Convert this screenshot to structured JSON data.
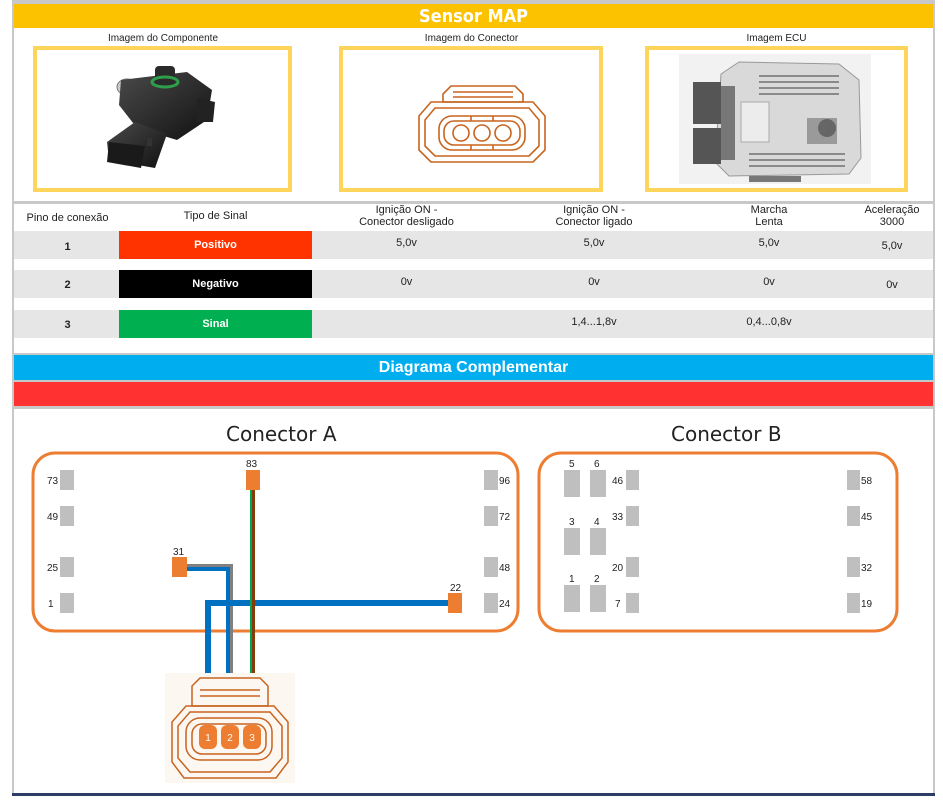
{
  "title": "Sensor MAP",
  "images": {
    "component_label": "Imagem do Componente",
    "connector_label": "Imagem do Conector",
    "ecu_label": "Imagem ECU"
  },
  "table": {
    "headers": [
      "Pino de conexão",
      "Tipo de Sinal",
      "Ignição ON -\nConector desligado",
      "Ignição ON -\nConector ligado",
      "Marcha\nLenta",
      "Aceleração\n3000"
    ],
    "header_lines": [
      [
        "Pino de conexão"
      ],
      [
        "Tipo de Sinal"
      ],
      [
        "Ignição ON -",
        "Conector desligado"
      ],
      [
        "Ignição ON -",
        "Conector ligado"
      ],
      [
        "Marcha",
        "Lenta"
      ],
      [
        "Aceleração",
        "3000"
      ]
    ],
    "rows": [
      {
        "pin": "1",
        "signal": "Positivo",
        "signal_color": "#ff3300",
        "ign_off": "5,0v",
        "ign_on": "5,0v",
        "idle": "5,0v",
        "accel": "5,0v"
      },
      {
        "pin": "2",
        "signal": "Negativo",
        "signal_color": "#000000",
        "ign_off": "0v",
        "ign_on": "0v",
        "idle": "0v",
        "accel": "0v"
      },
      {
        "pin": "3",
        "signal": "Sinal",
        "signal_color": "#00b050",
        "ign_off": "",
        "ign_on": "1,4...1,8v",
        "idle": "0,4...0,8v",
        "accel": ""
      }
    ]
  },
  "diagram": {
    "title": "Diagrama Complementar",
    "connector_a": {
      "title": "Conector A",
      "left_pins": [
        "73",
        "49",
        "25",
        "1"
      ],
      "right_pins": [
        "96",
        "72",
        "48",
        "24"
      ],
      "active_pins": [
        "83",
        "31",
        "22"
      ]
    },
    "connector_b": {
      "title": "Conector B",
      "large_pins": [
        "5",
        "6",
        "3",
        "4",
        "1",
        "2"
      ],
      "left_pins": [
        "46",
        "33",
        "20",
        "7"
      ],
      "right_pins": [
        "58",
        "45",
        "32",
        "19"
      ]
    },
    "sensor_pins": [
      "1",
      "2",
      "3"
    ],
    "colors": {
      "accent_orange": "#ed7d31",
      "wire_blue": "#0070c0",
      "wire_green": "#00a650",
      "wire_brown": "#843c0c",
      "wire_gray": "#808080",
      "pin_gray": "#bfbfbf"
    }
  }
}
